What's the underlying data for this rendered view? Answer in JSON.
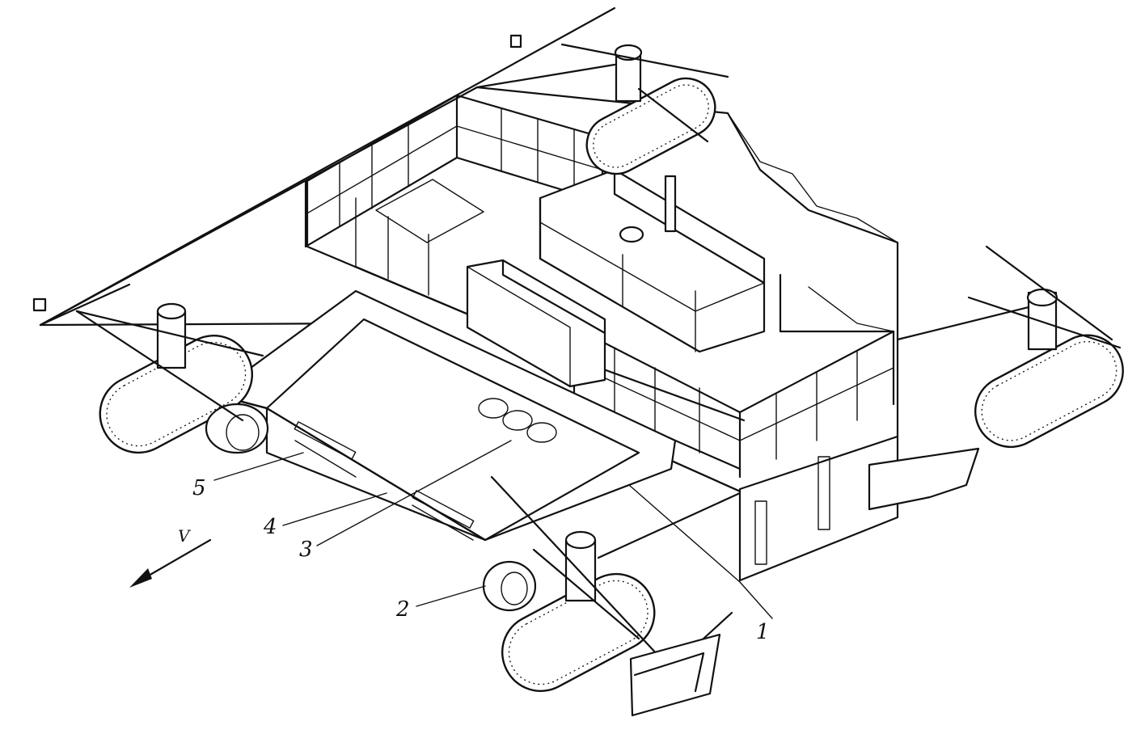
{
  "figure": {
    "callouts": [
      {
        "id": "1",
        "text": "1"
      },
      {
        "id": "2",
        "text": "2"
      },
      {
        "id": "3",
        "text": "3"
      },
      {
        "id": "4",
        "text": "4"
      },
      {
        "id": "5",
        "text": "5"
      }
    ],
    "direction_label": "V"
  }
}
